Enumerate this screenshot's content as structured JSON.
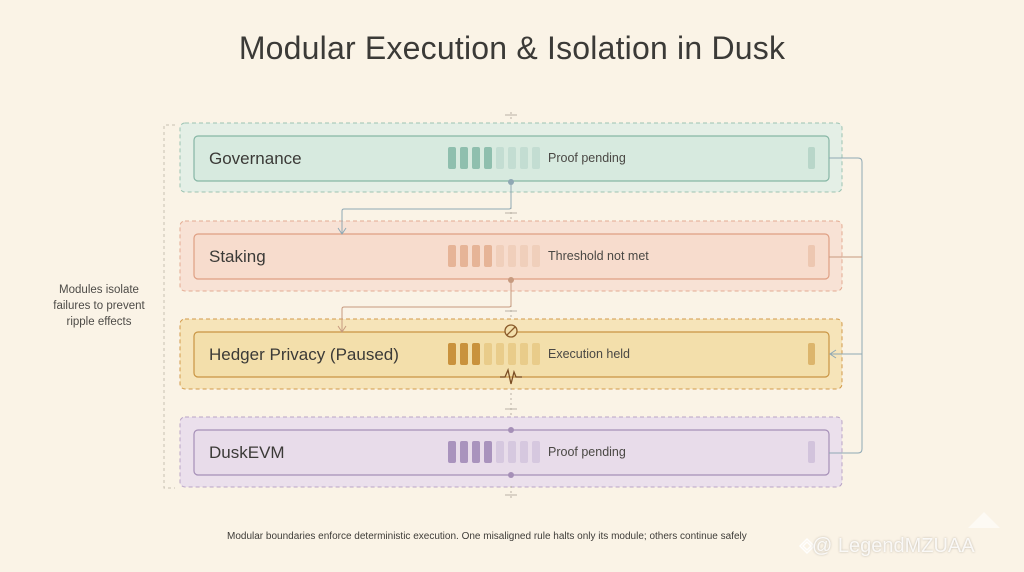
{
  "title": "Modular Execution & Isolation in Dusk",
  "side_label": "Modules isolate failures to prevent ripple effects",
  "side_label_lines": [
    "Modules isolate",
    "failures to prevent",
    "ripple effects"
  ],
  "footer": "Modular boundaries enforce deterministic execution. One misaligned rule halts only its module; others continue safely",
  "watermark": "@ LegendMZUAA",
  "modules": [
    {
      "name": "Governance",
      "status": "Proof pending",
      "color": "#8fbfae",
      "filled_blocks": 4,
      "total_blocks": 9
    },
    {
      "name": "Staking",
      "status": "Threshold not met",
      "color": "#e8b9a0",
      "filled_blocks": 4,
      "total_blocks": 9
    },
    {
      "name": "Hedger Privacy (Paused)",
      "status": "Execution held",
      "color": "#d9a84e",
      "filled_blocks": 3,
      "total_blocks": 9
    },
    {
      "name": "DuskEVM",
      "status": "Proof pending",
      "color": "#b7a2c8",
      "filled_blocks": 4,
      "total_blocks": 9
    }
  ],
  "colors": {
    "background": "#faf3e6",
    "governance_fill": "#d7eadf",
    "staking_fill": "#f7dccd",
    "hedger_fill": "#f3dfab",
    "duskevm_fill": "#e8dcea",
    "connector": "#8fa8b4"
  }
}
